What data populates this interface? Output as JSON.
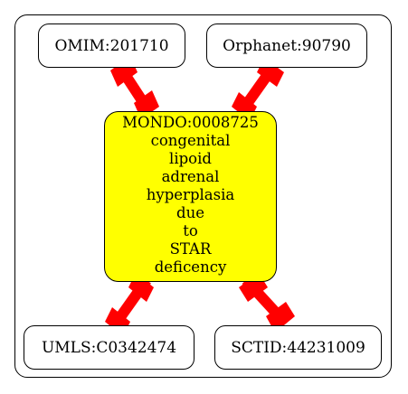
{
  "graph": {
    "colors": {
      "edge": "#ff0000",
      "center_fill": "#ffff00",
      "node_fill": "#ffffff",
      "border": "#000000"
    },
    "center_node": {
      "id": "MONDO:0008725",
      "label_lines": [
        "MONDO:0008725",
        "congenital",
        "lipoid",
        "adrenal",
        "hyperplasia",
        "due",
        "to",
        "STAR",
        "deficency"
      ]
    },
    "nodes": {
      "omim": "OMIM:201710",
      "orphanet": "Orphanet:90790",
      "umls": "UMLS:C0342474",
      "sctid": "SCTID:44231009"
    }
  }
}
